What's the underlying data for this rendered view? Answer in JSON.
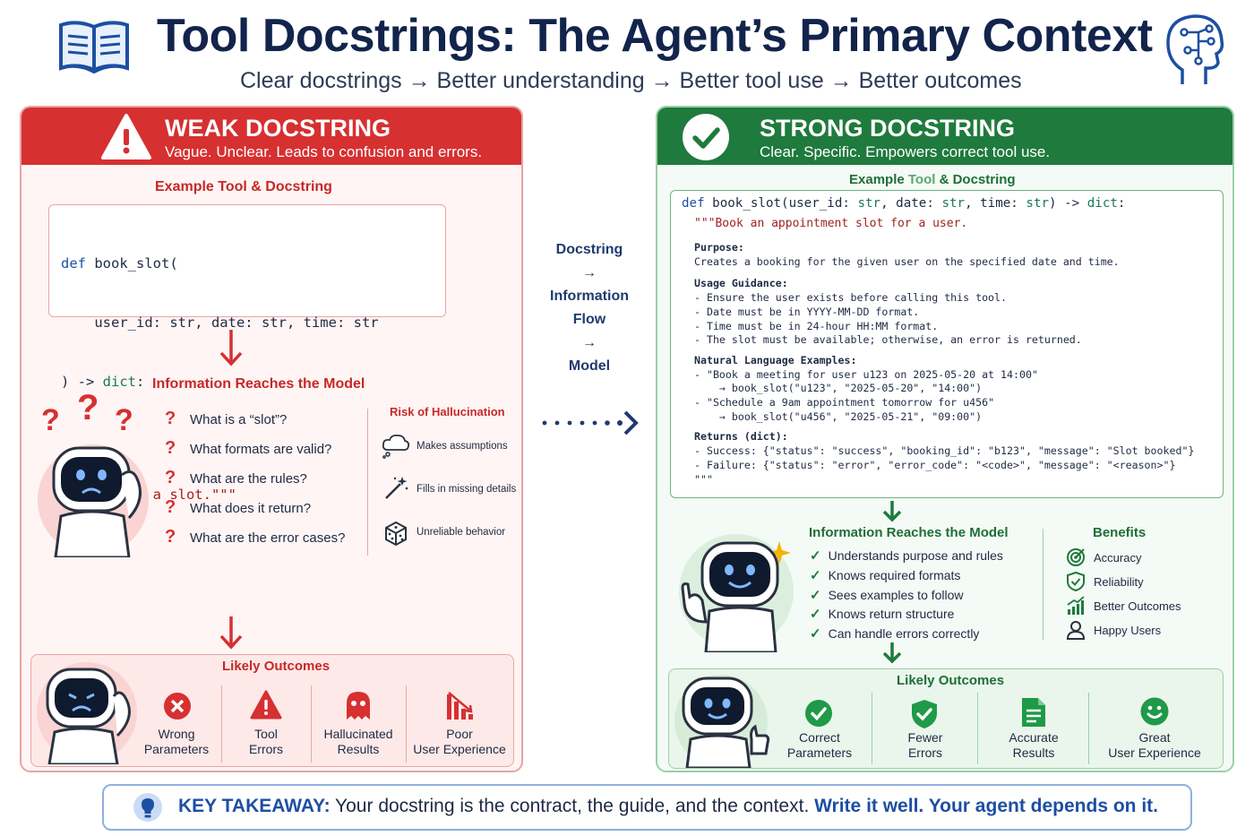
{
  "header": {
    "title": "Tool Docstrings: The Agent’s Primary Context",
    "subtitle": "Clear docstrings → Better understanding → Better tool use → Better outcomes"
  },
  "weak": {
    "heading": "WEAK DOCSTRING",
    "subheading": "Vague. Unclear. Leads to confusion and errors.",
    "example_title": "Example Tool & Docstring",
    "code": {
      "def": "def",
      "fname": " book_slot(",
      "params": "    user_id: str, date: str, time: str",
      "ret_open": ") -> ",
      "ret_type": "dict",
      "ret_close": ":",
      "doc": "  \"\"\"Books a slot.\"\"\""
    },
    "info_title": "Information Reaches the Model",
    "questions": [
      "What is a “slot”?",
      "What formats are valid?",
      "What are the rules?",
      "What does it return?",
      "What are the error cases?"
    ],
    "risk_title": "Risk of Hallucination",
    "risks": [
      "Makes assumptions",
      "Fills in missing details",
      "Unreliable behavior"
    ],
    "outcomes_title": "Likely Outcomes",
    "outcomes": [
      {
        "line1": "Wrong",
        "line2": "Parameters",
        "icon": "x-circle-icon"
      },
      {
        "line1": "Tool",
        "line2": "Errors",
        "icon": "warning-icon"
      },
      {
        "line1": "Hallucinated",
        "line2": "Results",
        "icon": "ghost-icon"
      },
      {
        "line1": "Poor",
        "line2": "User Experience",
        "icon": "declining-chart-icon"
      }
    ],
    "color": "#d63031"
  },
  "flow": {
    "line1": "Docstring",
    "arrow1": "→",
    "line2": "Information",
    "line3": "Flow",
    "arrow2": "→",
    "line4": "Model"
  },
  "strong": {
    "heading": "STRONG DOCSTRING",
    "subheading": "Clear. Specific. Empowers correct tool use.",
    "example_title_a": "Example ",
    "example_title_b": "Tool",
    "example_title_c": " & Docstring",
    "code_sig": {
      "def": "def",
      "fname": " book_slot(user_id: ",
      "t1": "str",
      "p2": ", date: ",
      "t2": "str",
      "p3": ", time: ",
      "t3": "str",
      "arrow": ") -> ",
      "ret": "dict",
      "colon": ":"
    },
    "doc_first": "\"\"\"Book an appointment slot for a user.",
    "doc_lines": [
      "Purpose:",
      "Creates a booking for the given user on the specified date and time.",
      "",
      "Usage Guidance:",
      "- Ensure the user exists before calling this tool.",
      "- Date must be in YYYY-MM-DD format.",
      "- Time must be in 24-hour HH:MM format.",
      "- The slot must be available; otherwise, an error is returned.",
      "",
      "Natural Language Examples:",
      "- \"Book a meeting for user u123 on 2025-05-20 at 14:00\"",
      "    → book_slot(\"u123\", \"2025-05-20\", \"14:00\")",
      "- \"Schedule a 9am appointment tomorrow for u456\"",
      "    → book_slot(\"u456\", \"2025-05-21\", \"09:00\")",
      "",
      "Returns (dict):",
      "- Success: {\"status\": \"success\", \"booking_id\": \"b123\", \"message\": \"Slot booked\"}",
      "- Failure: {\"status\": \"error\", \"error_code\": \"<code>\", \"message\": \"<reason>\"}",
      "\"\"\""
    ],
    "info_title": "Information Reaches the Model",
    "checks": [
      "Understands purpose and rules",
      "Knows required formats",
      "Sees examples to follow",
      "Knows return structure",
      "Can handle errors correctly"
    ],
    "benefits_title": "Benefits",
    "benefits": [
      {
        "label": "Accuracy",
        "icon": "target-icon"
      },
      {
        "label": "Reliability",
        "icon": "shield-check-icon"
      },
      {
        "label": "Better Outcomes",
        "icon": "rising-chart-icon"
      },
      {
        "label": "Happy Users",
        "icon": "user-icon"
      }
    ],
    "outcomes_title": "Likely Outcomes",
    "outcomes": [
      {
        "line1": "Correct",
        "line2": "Parameters",
        "icon": "check-circle-icon"
      },
      {
        "line1": "Fewer",
        "line2": "Errors",
        "icon": "shield-check-icon"
      },
      {
        "line1": "Accurate",
        "line2": "Results",
        "icon": "document-icon"
      },
      {
        "line1": "Great",
        "line2": "User Experience",
        "icon": "smiley-icon"
      }
    ],
    "color": "#1f7a3d"
  },
  "takeaway": {
    "label": "KEY TAKEAWAY:",
    "text": " Your docstring is the contract, the guide, and the context. ",
    "emphasis": "Write it well. Your agent depends on it."
  }
}
